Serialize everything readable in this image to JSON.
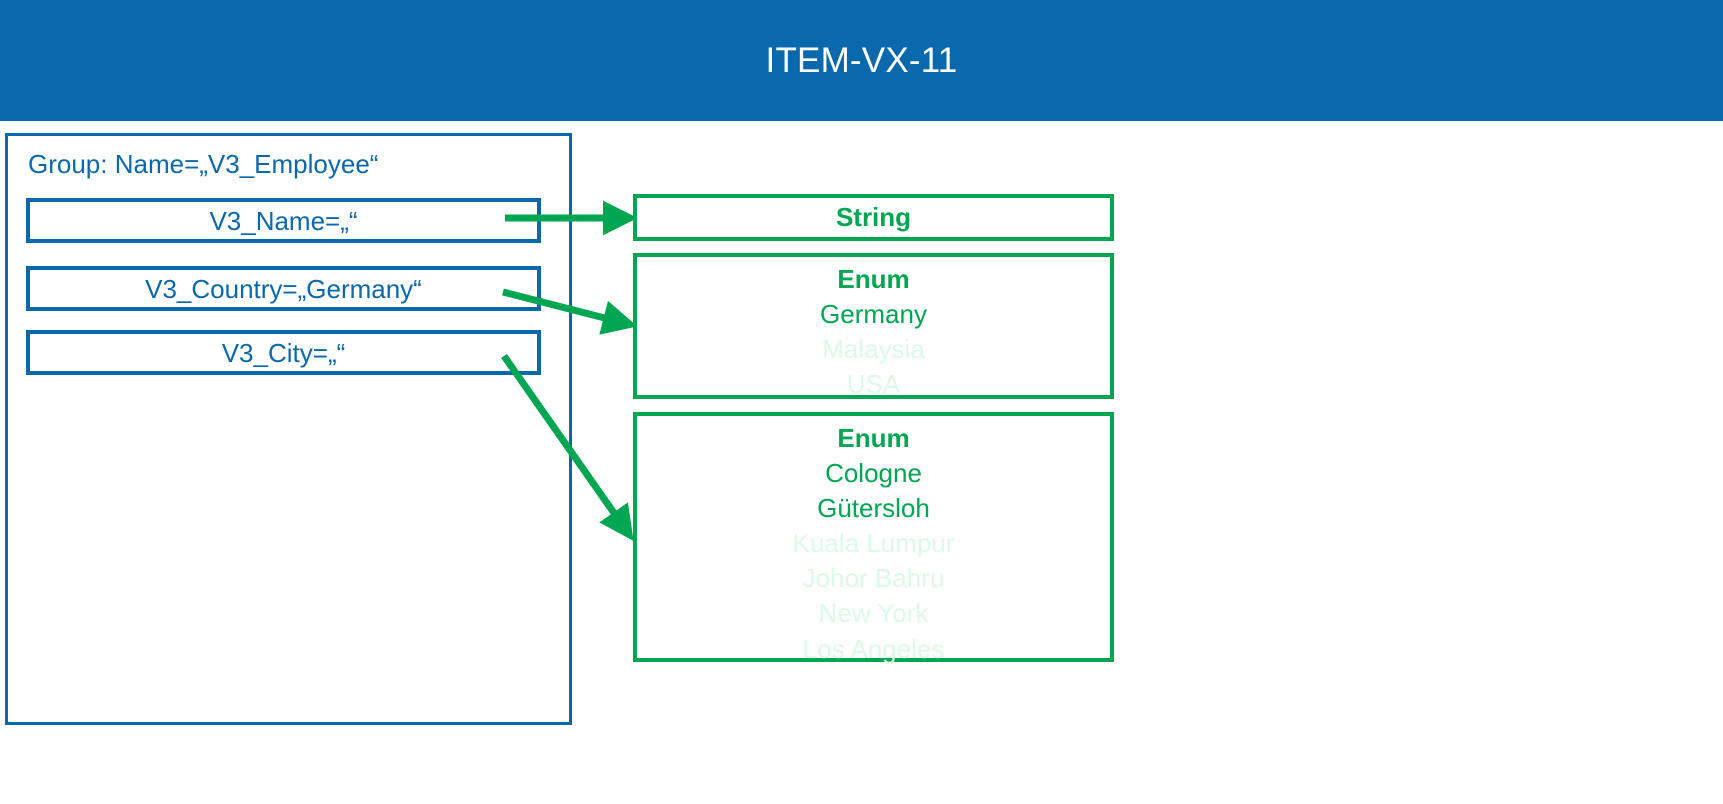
{
  "header": {
    "title": "ITEM-VX-11",
    "background_color": "#0A69AD",
    "text_color": "#FFFFFF"
  },
  "colors": {
    "blue": "#0A69AD",
    "green": "#00A651",
    "green_faded": "#DCFAE6",
    "white": "#FFFFFF"
  },
  "group": {
    "label": "Group: Name=„V3_Employee“",
    "attributes": [
      {
        "label": "V3_Name=„“"
      },
      {
        "label": "V3_Country=„Germany“"
      },
      {
        "label": "V3_City=„“"
      }
    ]
  },
  "types": [
    {
      "title": "String",
      "values": []
    },
    {
      "title": "Enum",
      "values": [
        {
          "label": "Germany",
          "state": "active"
        },
        {
          "label": "Malaysia",
          "state": "inactive"
        },
        {
          "label": "USA",
          "state": "inactive"
        }
      ]
    },
    {
      "title": "Enum",
      "values": [
        {
          "label": "Cologne",
          "state": "active"
        },
        {
          "label": "Gütersloh",
          "state": "active"
        },
        {
          "label": "Kuala Lumpur",
          "state": "inactive"
        },
        {
          "label": "Johor Bahru",
          "state": "inactive"
        },
        {
          "label": "New York",
          "state": "inactive"
        },
        {
          "label": "Los Angeles",
          "state": "inactive"
        }
      ]
    }
  ],
  "arrows": [
    {
      "from": "V3_Name",
      "to": "String"
    },
    {
      "from": "V3_Country",
      "to": "Enum-Country"
    },
    {
      "from": "V3_City",
      "to": "Enum-City"
    }
  ]
}
